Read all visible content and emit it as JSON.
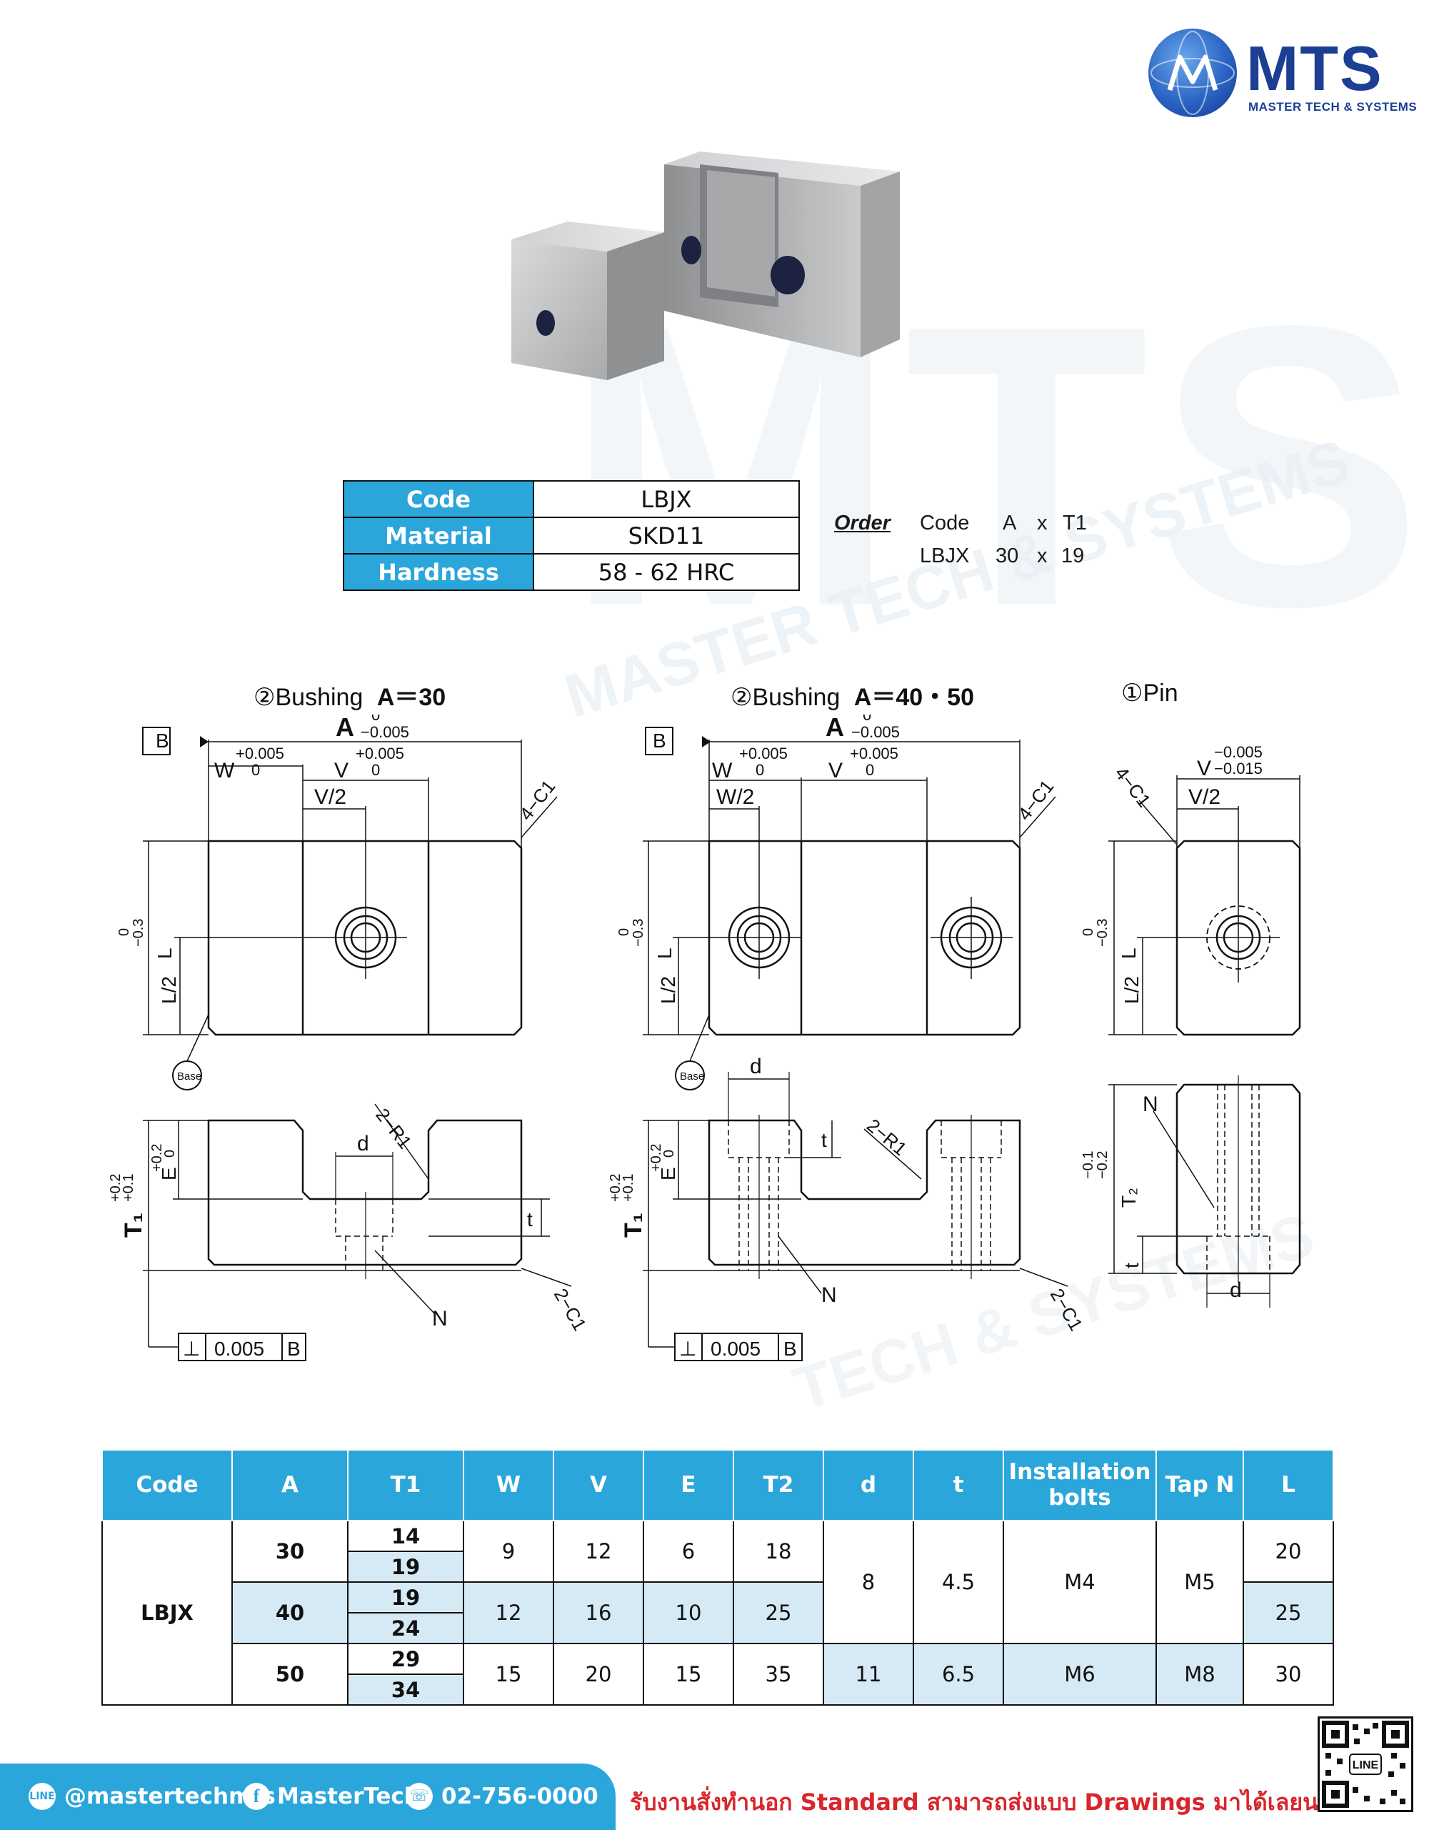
{
  "logo": {
    "name": "MTS",
    "tagline": "MASTER TECH & SYSTEMS"
  },
  "watermark": {
    "big": "MTS",
    "line1": "MASTER TECH & SYSTEMS",
    "line2": "TECH & SYSTEMS"
  },
  "spec": [
    {
      "key": "Code",
      "value": "LBJX"
    },
    {
      "key": "Material",
      "value": "SKD11"
    },
    {
      "key": "Hardness",
      "value": "58 - 62 HRC"
    }
  ],
  "order": {
    "label": "Order",
    "row1": [
      "Code",
      "A",
      "x",
      "T1"
    ],
    "row2": [
      "LBJX",
      "30",
      "x",
      "19"
    ]
  },
  "drawings": {
    "bush30": {
      "num": "②",
      "text": "Bushing",
      "dim": "A＝30"
    },
    "bush4050": {
      "num": "②",
      "text": "Bushing",
      "dim": "A＝40・50"
    },
    "pin": {
      "num": "①",
      "text": "Pin"
    },
    "labels": {
      "A": "A",
      "A_tol_up": "0",
      "A_tol_dn": "−0.005",
      "W": "W",
      "W_tol_up": "+0.005",
      "W_tol_dn": "0",
      "V": "V",
      "V_tol_up": "+0.005",
      "V_tol_dn": "0",
      "V2": "V/2",
      "W2": "W/2",
      "L2": "L/2",
      "L": "L",
      "L_tol_up": "0",
      "L_tol_dn": "−0.3",
      "C1_4": "4−C1",
      "C1_2": "2−C1",
      "R1_2": "2−R1",
      "B": "B",
      "base": "Base",
      "d": "d",
      "t": "t",
      "N": "N",
      "E": "E",
      "E_tol_up": "+0.2",
      "E_tol_dn": "0",
      "T1": "T₁",
      "T1_tol_up": "+0.2",
      "T1_tol_dn": "+0.1",
      "T2": "T₂",
      "T2_tol_up": "−0.1",
      "T2_tol_dn": "−0.2",
      "pinV_tol_up": "−0.005",
      "pinV_tol_dn": "−0.015",
      "perp_sym": "⊥",
      "perp_val": "0.005",
      "perp_ref": "B"
    }
  },
  "table": {
    "headers": [
      "Code",
      "A",
      "T1",
      "W",
      "V",
      "E",
      "T2",
      "d",
      "t",
      "Installation bolts",
      "Tap N",
      "L"
    ],
    "code": "LBJX",
    "groups": [
      {
        "A": "30",
        "T1": [
          "14",
          "19"
        ],
        "W": "9",
        "V": "12",
        "E": "6",
        "T2": "18",
        "L": "20"
      },
      {
        "A": "40",
        "T1": [
          "19",
          "24"
        ],
        "W": "12",
        "V": "16",
        "E": "10",
        "T2": "25",
        "L": "25"
      },
      {
        "A": "50",
        "T1": [
          "29",
          "34"
        ],
        "W": "15",
        "V": "20",
        "E": "15",
        "T2": "35",
        "L": "30"
      }
    ],
    "shared": {
      "d": "8",
      "t": "4.5",
      "bolts": "M4",
      "tap": "M5"
    },
    "last": {
      "d": "11",
      "t": "6.5",
      "bolts": "M6",
      "tap": "M8"
    }
  },
  "footer": {
    "line_icon": "LINE",
    "line": "@mastertechmts",
    "facebook": "MasterTech",
    "phone": "02-756-0000",
    "note": "รับงานสั่งทำนอก Standard สามารถส่งแบบ Drawings มาได้เลยนะคะ",
    "qr_label": "LINE"
  },
  "colors": {
    "header": "#2ba6db",
    "highlight": "#d6eaf5",
    "logo": "#1c3f94",
    "note": "#d9262c"
  }
}
